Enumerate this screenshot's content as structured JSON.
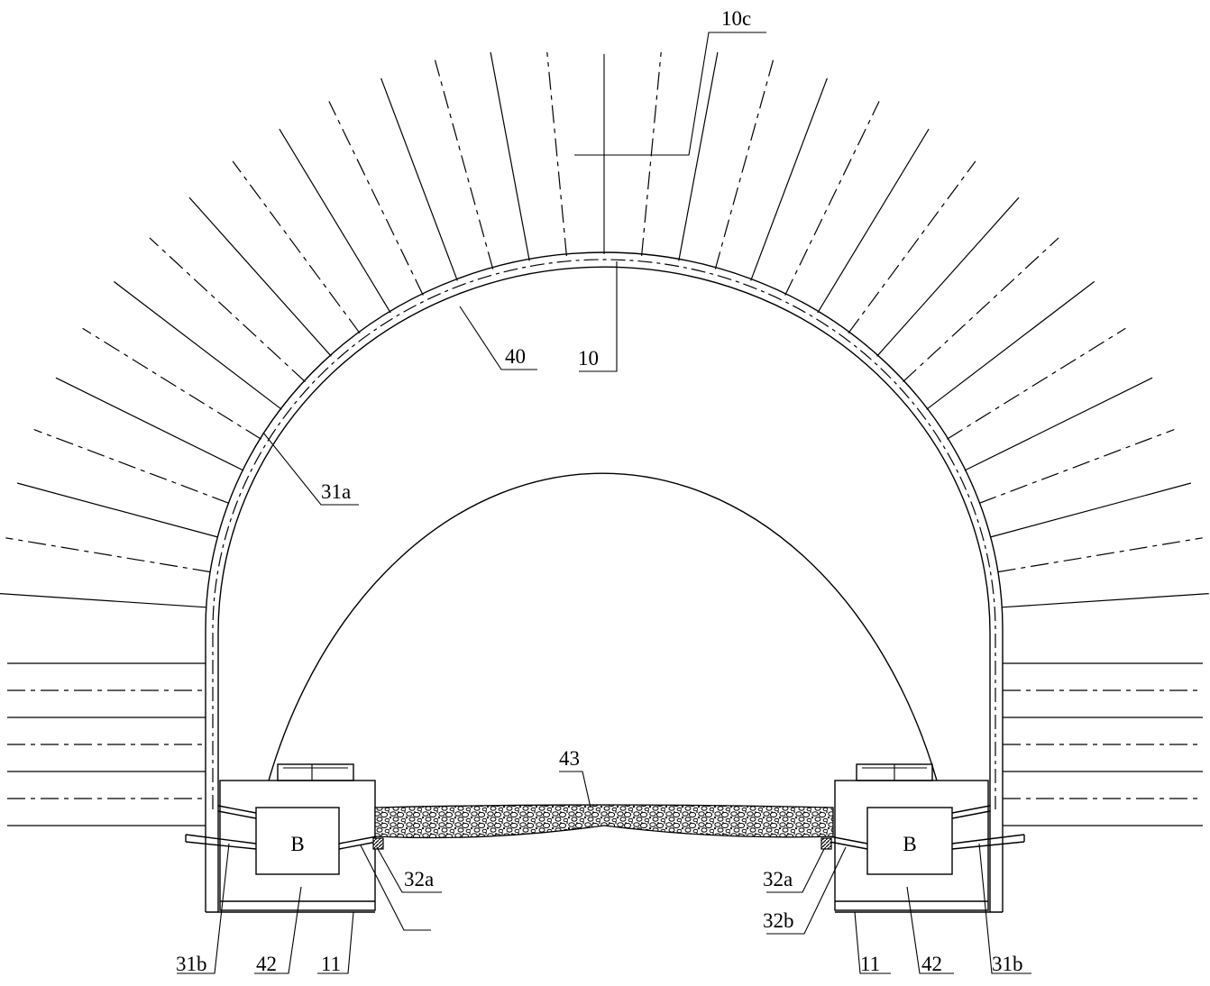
{
  "colors": {
    "ink": "#000000",
    "background": "#ffffff",
    "gravel_fill": "#1a1a1a"
  },
  "labels": {
    "l_10c": "10c",
    "l_10": "10",
    "l_40": "40",
    "l_31a": "31a",
    "l_43": "43",
    "l_32a_left": "32a",
    "l_32a_right": "32a",
    "l_32b": "32b",
    "l_31b_left": "31b",
    "l_31b_right": "31b",
    "l_42_left": "42",
    "l_42_right": "42",
    "l_11_left": "11",
    "l_11_right": "11",
    "box_left": "B",
    "box_right": "B"
  }
}
